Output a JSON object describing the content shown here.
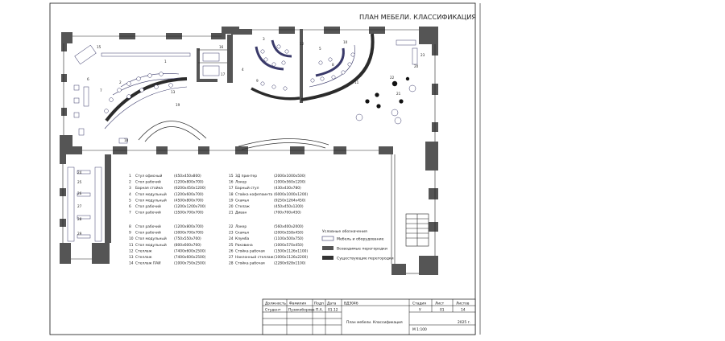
{
  "title": "ПЛАН МЕБЕЛИ. КЛАССИФИКАЦИЯ",
  "furniture": {
    "col1": [
      {
        "n": "1",
        "name": "Стул офисный",
        "dim": "(450х450х800)"
      },
      {
        "n": "2",
        "name": "Стол рабочий",
        "dim": "(1200х800х700)"
      },
      {
        "n": "3",
        "name": "Барная стойка",
        "dim": "(6200х450х1200)"
      },
      {
        "n": "4",
        "name": "Стол модульный",
        "dim": "(1200х600х700)"
      },
      {
        "n": "5",
        "name": "Стол модульный",
        "dim": "(4500х800х700)"
      },
      {
        "n": "6",
        "name": "Стол рабочий",
        "dim": "(1200х1200х700)"
      },
      {
        "n": "7",
        "name": "Стол рабочий",
        "dim": "(3500х700х700)"
      }
    ],
    "col2": [
      {
        "n": "8",
        "name": "Стол рабочий",
        "dim": "(1200х800х700)"
      },
      {
        "n": "9",
        "name": "Стол рабочий",
        "dim": "(3000х700х700)"
      },
      {
        "n": "10",
        "name": "Стол модульный",
        "dim": "(750х550х700)"
      },
      {
        "n": "11",
        "name": "Стол модульный",
        "dim": "(800х600х700)"
      },
      {
        "n": "12",
        "name": "Стеллаж",
        "dim": "(7400х600х2500)"
      },
      {
        "n": "13",
        "name": "Стеллаж",
        "dim": "(7400х600х2500)"
      },
      {
        "n": "14",
        "name": "Стеллаж ПАИ",
        "dim": "(1000х750х2500)"
      }
    ],
    "col3": [
      {
        "n": "15",
        "name": "3Д принтер",
        "dim": "(2000х1000х500)"
      },
      {
        "n": "16",
        "name": "Локер",
        "dim": "(1000х560х1200)"
      },
      {
        "n": "17",
        "name": "Барный стул",
        "dim": "(430х430х780)"
      },
      {
        "n": "18",
        "name": "Стойка кофепоинта",
        "dim": "(6000х1000х1200)"
      },
      {
        "n": "19",
        "name": "Скамья",
        "dim": "(9250х1264х450)"
      },
      {
        "n": "20",
        "name": "Стелаж",
        "dim": "(450х450х1200)"
      },
      {
        "n": "21",
        "name": "Диван",
        "dim": "(700х700х450)"
      }
    ],
    "col4": [
      {
        "n": "22",
        "name": "Локер",
        "dim": "(560х400х2000)"
      },
      {
        "n": "23",
        "name": "Скамья",
        "dim": "(2000х558х450)"
      },
      {
        "n": "24",
        "name": "Клумба",
        "dim": "(1100х500х750)"
      },
      {
        "n": "25",
        "name": "Раковина",
        "dim": "(1000х570х450)"
      },
      {
        "n": "26",
        "name": "Стойка рабочая",
        "dim": "(1500х1126х1100)"
      },
      {
        "n": "27",
        "name": "Наклонный стеллаж",
        "dim": "(1000х1126х2200)"
      },
      {
        "n": "28",
        "name": "Стойка рабочая",
        "dim": "(2280х928х1100)"
      }
    ]
  },
  "legend": {
    "heading": "Условные обозначения",
    "items": [
      "Мебель и оборудование",
      "Возводимые перегородки",
      "Существующие перегородки"
    ]
  },
  "title_block": {
    "headers": [
      "Должность",
      "Фамилия",
      "Подп",
      "Дата",
      "ВДЗ04б"
    ],
    "role": "Студент",
    "surname": "Пузикоборова П.А.",
    "date": "01.12",
    "stage_headers": [
      "Стадия",
      "Лист",
      "Листов"
    ],
    "stage": "У",
    "sheet": "01",
    "sheets": "14",
    "sheet_title": "План мебели. Классификация",
    "year": "2025 г.",
    "scale": "М 1:100"
  },
  "plan_labels": {
    "room_numbers": [
      "15",
      "1",
      "7",
      "6",
      "2",
      "13",
      "19",
      "18",
      "16",
      "17",
      "3",
      "9",
      "5",
      "10",
      "8",
      "11",
      "12",
      "4",
      "20",
      "21",
      "22",
      "23",
      "24",
      "25",
      "26",
      "27",
      "28",
      "29"
    ]
  }
}
